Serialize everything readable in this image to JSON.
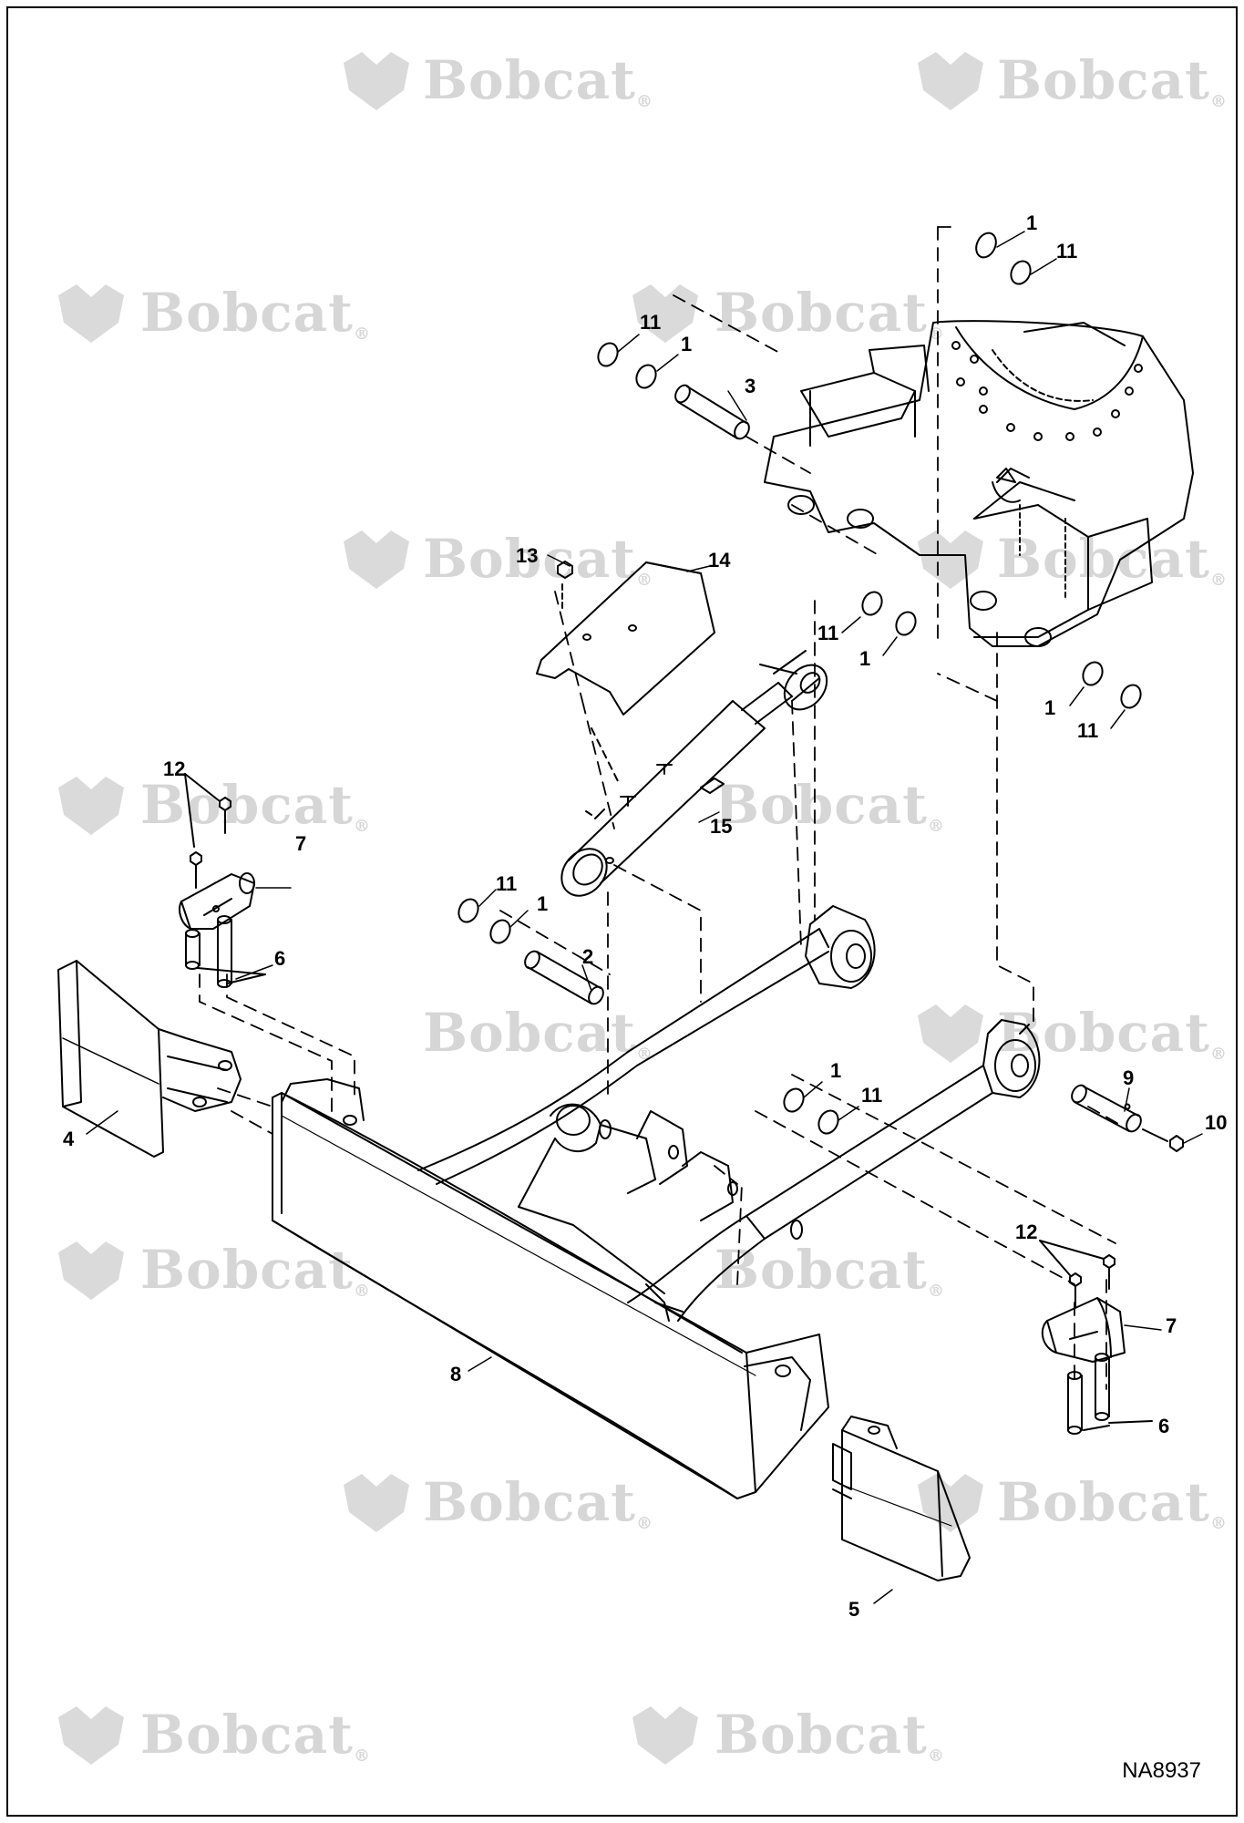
{
  "drawing_number": "NA8937",
  "watermark": {
    "text": "Bobcat",
    "mark": "®",
    "icon": "bobcat-head-logo"
  },
  "callouts": [
    {
      "id": "c1a",
      "text": "1"
    },
    {
      "id": "c11a",
      "text": "11"
    },
    {
      "id": "c11b",
      "text": "11"
    },
    {
      "id": "c1b",
      "text": "1"
    },
    {
      "id": "c3",
      "text": "3"
    },
    {
      "id": "c13",
      "text": "13"
    },
    {
      "id": "c14",
      "text": "14"
    },
    {
      "id": "c11c",
      "text": "11"
    },
    {
      "id": "c1c",
      "text": "1"
    },
    {
      "id": "c1d",
      "text": "1"
    },
    {
      "id": "c11d",
      "text": "11"
    },
    {
      "id": "c12a",
      "text": "12"
    },
    {
      "id": "c7a",
      "text": "7"
    },
    {
      "id": "c15",
      "text": "15"
    },
    {
      "id": "c11e",
      "text": "11"
    },
    {
      "id": "c1e",
      "text": "1"
    },
    {
      "id": "c2",
      "text": "2"
    },
    {
      "id": "c6a",
      "text": "6"
    },
    {
      "id": "c4",
      "text": "4"
    },
    {
      "id": "c1f",
      "text": "1"
    },
    {
      "id": "c11f",
      "text": "11"
    },
    {
      "id": "c9",
      "text": "9"
    },
    {
      "id": "c10",
      "text": "10"
    },
    {
      "id": "c12b",
      "text": "12"
    },
    {
      "id": "c7b",
      "text": "7"
    },
    {
      "id": "c8",
      "text": "8"
    },
    {
      "id": "c6b",
      "text": "6"
    },
    {
      "id": "c5",
      "text": "5"
    }
  ],
  "colors": {
    "line": "#000000",
    "watermark": "#d6d6d6",
    "background": "#ffffff"
  }
}
